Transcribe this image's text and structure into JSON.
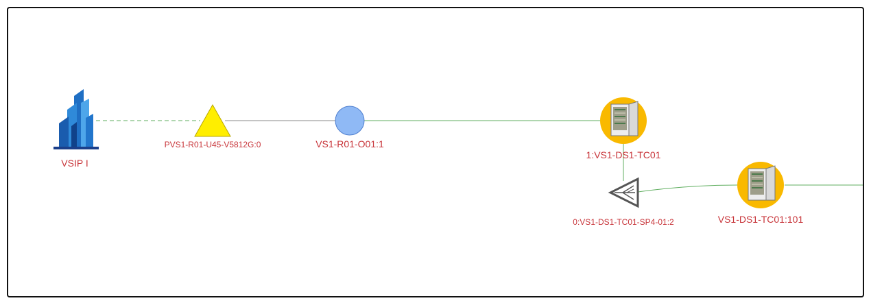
{
  "nodes": {
    "building": {
      "label": "VSIP I",
      "icon": "office-building-icon"
    },
    "olt": {
      "label": "PVS1-R01-U45-V5812G:0",
      "icon": "triangle-olt-icon"
    },
    "odf": {
      "label": "VS1-R01-O01:1",
      "icon": "circle-node-icon"
    },
    "cabinet1": {
      "label": "1:VS1-DS1-TC01",
      "icon": "cabinet-icon"
    },
    "splitter": {
      "label": "0:VS1-DS1-TC01-SP4-01:2",
      "icon": "splitter-icon"
    },
    "cabinet2": {
      "label": "VS1-DS1-TC01:101",
      "icon": "cabinet-icon"
    }
  },
  "colors": {
    "label": "#c8353a",
    "fiber_link": "#5fae5f",
    "gray_link": "#8a8a8a",
    "triangle_fill": "#ffee00",
    "circle_fill": "#8fb9f5",
    "cabinet_badge": "#f9b900",
    "building_blue": "#1f6fc4"
  }
}
